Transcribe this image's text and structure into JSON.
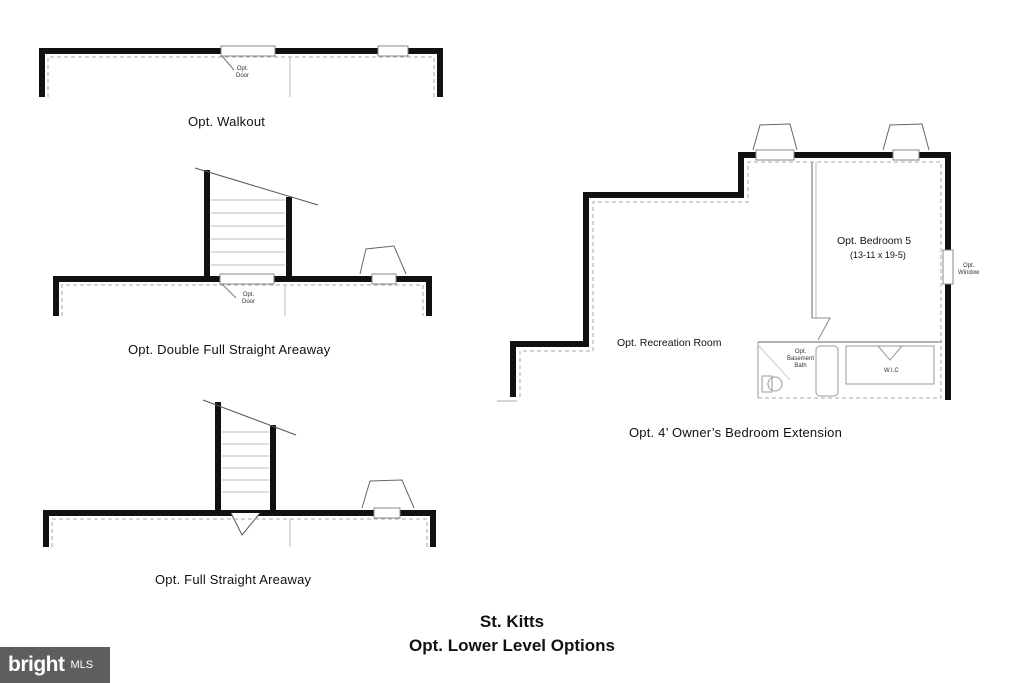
{
  "plans": {
    "walkout": {
      "label": "Opt. Walkout",
      "door_note": "Opt.\nDoor"
    },
    "double_areaway": {
      "label": "Opt. Double Full Straight Areaway",
      "door_note": "Opt.\nDoor"
    },
    "full_areaway": {
      "label": "Opt. Full Straight Areaway"
    },
    "bedroom_extension": {
      "label": "Opt. 4’ Owner’s Bedroom Extension",
      "bedroom_name": "Opt. Bedroom 5",
      "bedroom_size": "(13-11 x 19-5)",
      "window_note": "Opt.\nWindow",
      "recreation_room": "Opt. Recreation Room",
      "bath_note": "Opt.\nBasement\nBath",
      "closet": "W.I.C"
    }
  },
  "title": {
    "line1": "St. Kitts",
    "line2": "Opt. Lower Level Options"
  },
  "watermark": {
    "brand": "bright",
    "suffix": "MLS"
  }
}
